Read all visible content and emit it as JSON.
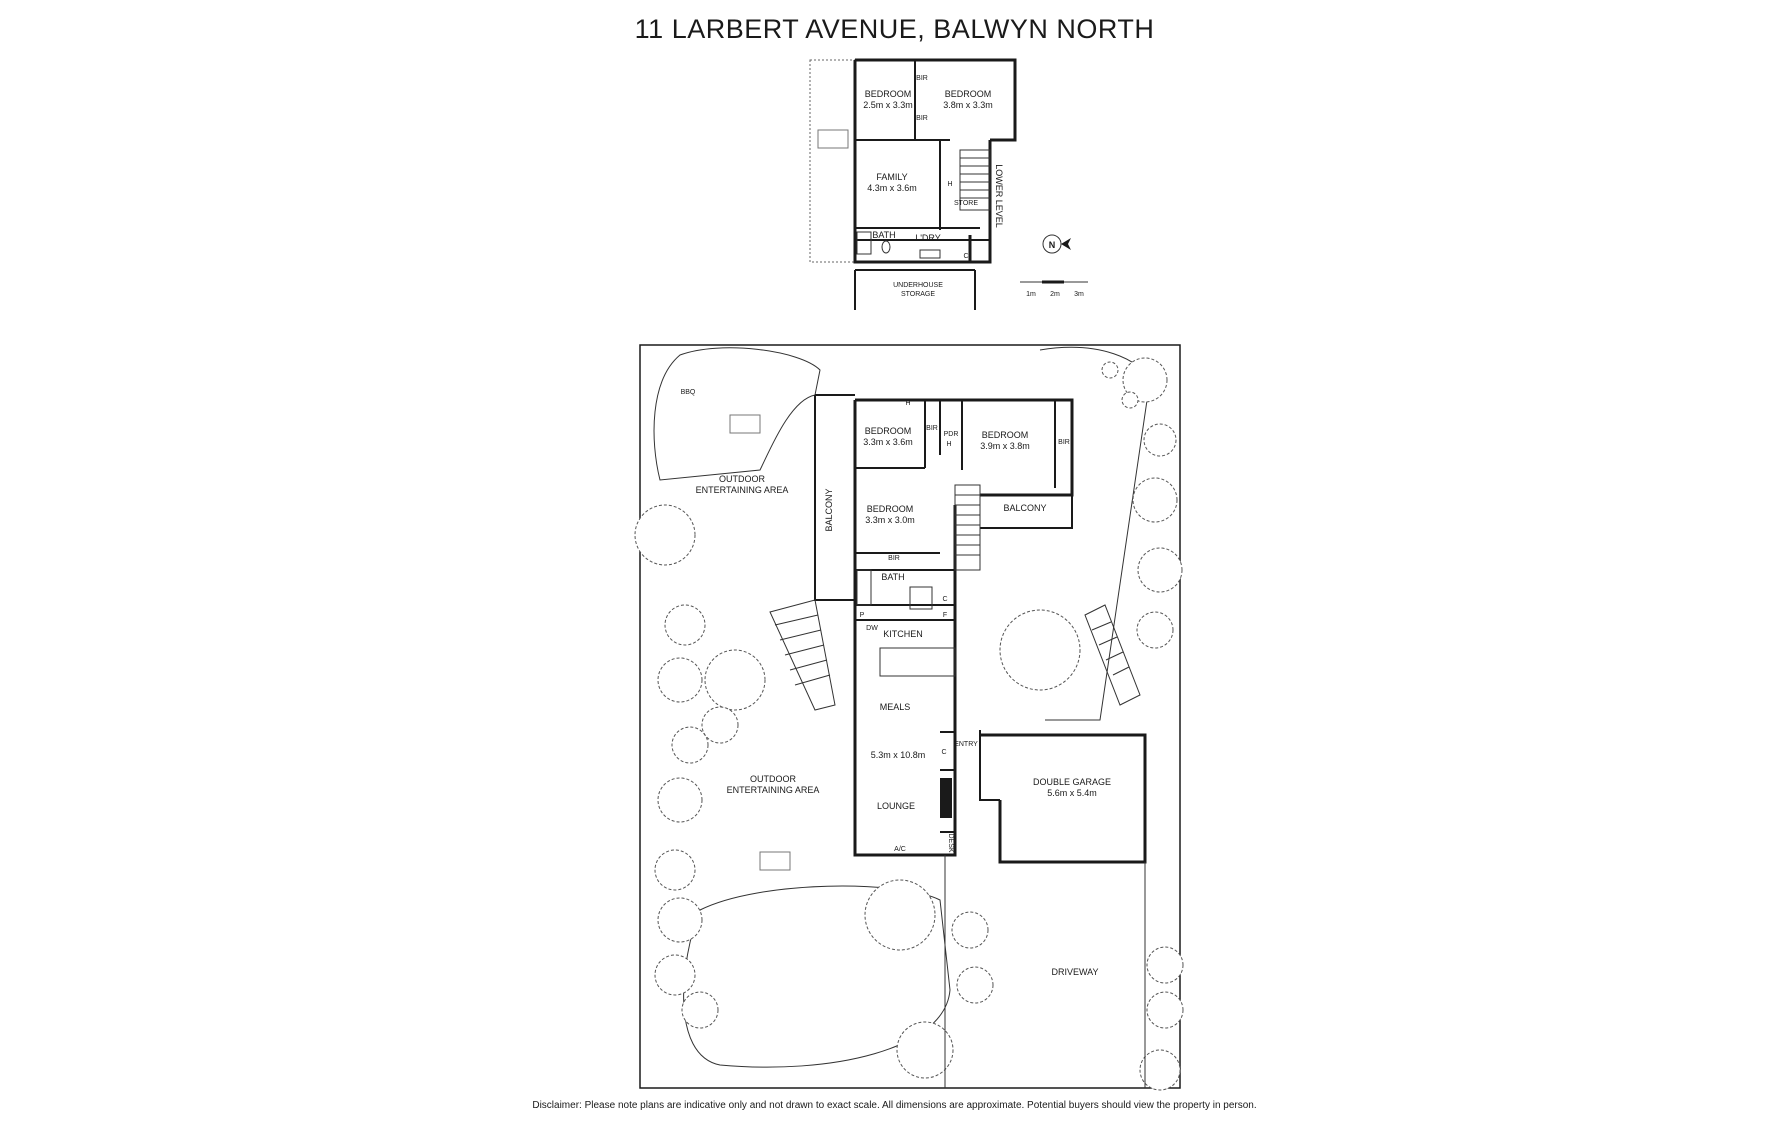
{
  "title": "11 LARBERT AVENUE, BALWYN NORTH",
  "disclaimer": "Disclaimer: Please note plans are indicative only and not drawn to exact scale. All dimensions are approximate. Potential buyers should view the property in person.",
  "lower_level": {
    "level_label": "LOWER LEVEL",
    "rooms": {
      "bed1_name": "BEDROOM",
      "bed1_size": "2.5m x 3.3m",
      "bed2_name": "BEDROOM",
      "bed2_size": "3.8m x 3.3m",
      "family_name": "FAMILY",
      "family_size": "4.3m x 3.6m",
      "bir1": "BIR",
      "bir2": "BIR",
      "store": "STORE",
      "h": "H",
      "bath": "BATH",
      "ldry": "L'DRY",
      "c": "C",
      "underhouse_1": "UNDERHOUSE",
      "underhouse_2": "STORAGE"
    }
  },
  "compass": {
    "letter": "N"
  },
  "scale_bar": {
    "labels": [
      "1m",
      "2m",
      "3m"
    ]
  },
  "upper_level": {
    "bbq": "BBQ",
    "outdoor1_1": "OUTDOOR",
    "outdoor1_2": "ENTERTAINING AREA",
    "outdoor2_1": "OUTDOOR",
    "outdoor2_2": "ENTERTAINING AREA",
    "balcony_left": "BALCONY",
    "balcony_right": "BALCONY",
    "bed1_name": "BEDROOM",
    "bed1_size": "3.3m x 3.6m",
    "bed2_name": "BEDROOM",
    "bed2_size": "3.9m x 3.8m",
    "bed3_name": "BEDROOM",
    "bed3_size": "3.3m x 3.0m",
    "bir_a": "BIR",
    "bir_b": "BIR",
    "bir_c": "BIR",
    "pdr": "PDR",
    "h1": "H",
    "h2": "H",
    "bath": "BATH",
    "p": "P",
    "dw": "DW",
    "c1": "C",
    "f": "F",
    "kitchen": "KITCHEN",
    "meals": "MEALS",
    "living_size": "5.3m x 10.8m",
    "lounge": "LOUNGE",
    "c2": "C",
    "entry": "ENTRY",
    "desk": "DESK",
    "ac": "A/C",
    "garage_name": "DOUBLE GARAGE",
    "garage_size": "5.6m x 5.4m",
    "driveway": "DRIVEWAY"
  }
}
